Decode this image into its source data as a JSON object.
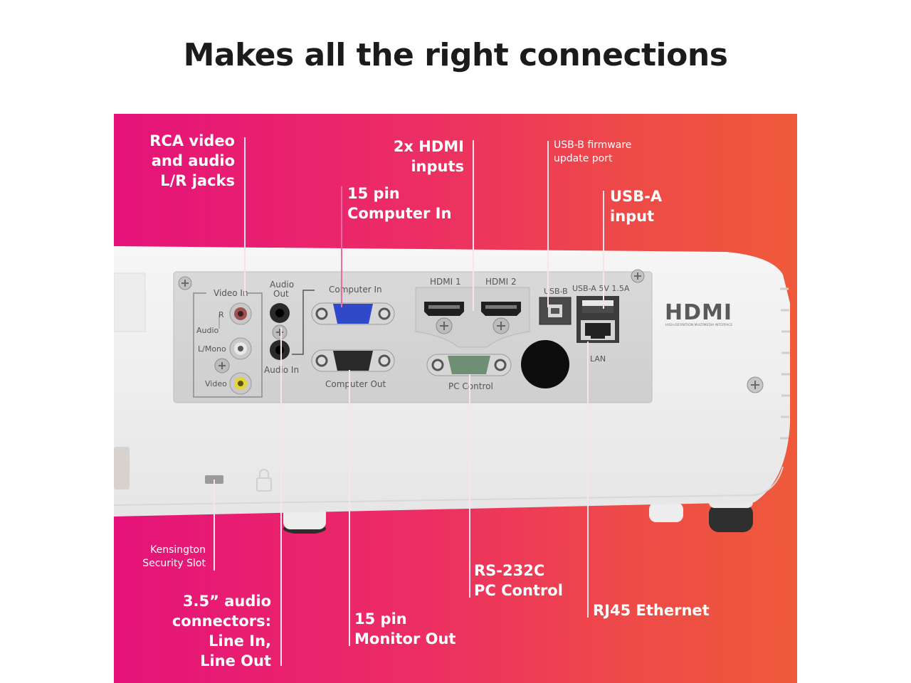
{
  "headline": "Makes all the right connections",
  "callouts": {
    "rca": "RCA video\nand audio\nL/R jacks",
    "hdmi2x": "2x HDMI\ninputs",
    "vga_in": "15 pin\nComputer In",
    "usbb": "USB-B firmware\nupdate port",
    "usba": "USB-A\ninput",
    "kensington": "Kensington\nSecurity Slot",
    "audio35": "3.5” audio\nconnectors:\nLine In,\nLine Out",
    "vga_out": "15 pin\nMonitor Out",
    "rs232": "RS-232C\nPC Control",
    "rj45": "RJ45 Ethernet"
  },
  "panel_labels": {
    "video_in": "Video In",
    "audio_out": "Audio\nOut",
    "computer_in": "Computer In",
    "hdmi1": "HDMI 1",
    "hdmi2": "HDMI 2",
    "usb_b": "USB-B",
    "usb_a": "USB-A 5V 1.5A",
    "r": "R",
    "audio": "Audio",
    "l_mono": "L/Mono",
    "video": "Video",
    "audio_in": "Audio In",
    "computer_out": "Computer Out",
    "pc_control": "PC Control",
    "lan": "LAN",
    "hdmi_logo": "HDMI",
    "hdmi_tagline": "HIGH-DEFINITION MULTIMEDIA INTERFACE"
  },
  "colors": {
    "accent_left": "#e5127a",
    "accent_right": "#ef5a3a",
    "vga_in": "#2f49c9",
    "rs232": "#6f8f74"
  }
}
